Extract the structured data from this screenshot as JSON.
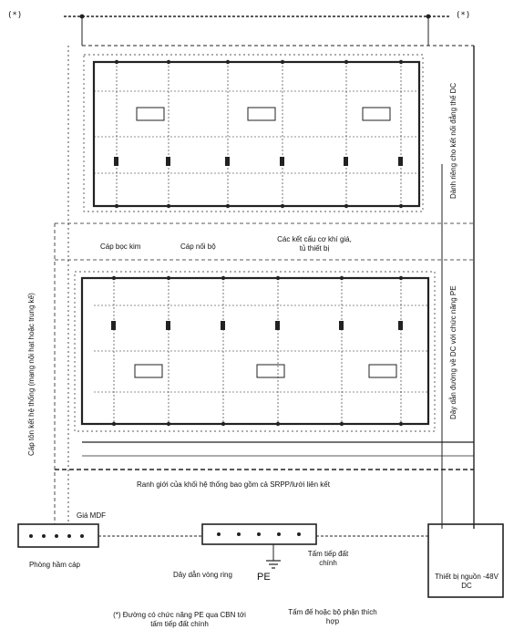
{
  "labels": {
    "corner_left": "(*)",
    "corner_right": "(*)",
    "dc_dedicated": "Dành riêng cho kết nối đẳng thế DC",
    "metal_cable": "Cáp bọc kim",
    "internal_cable": "Cáp nối bộ",
    "mech_structure": "Các kết cấu cơ khí giá, tủ thiết bị",
    "dc_return_pe": "Dây dẫn đường về DC với chức năng PE",
    "system_cable": "Cáp tôn kết hệ thống (mạng nội hạt hoặc trung kế)",
    "boundary": "Ranh giới của khối hệ thống bao gồm cả SRPP/lưới liên kết",
    "mdf_rack": "Giá MDF",
    "main_ground_plate": "Tấm tiếp đất chính",
    "cable_vault": "Phòng hầm cáp",
    "ring_conductor": "Dây dẫn vòng ring",
    "pe": "PE",
    "power_unit": "Thiết bị nguồn -48V DC",
    "footnote_pe": "(*) Đường có chức năng PE qua CBN tới tấm tiếp đất chính",
    "base_plate": "Tấm đế hoặc bộ phận thích hợp"
  },
  "icons": [
    "ground-icon",
    "relay-icon",
    "arrow-icon"
  ]
}
